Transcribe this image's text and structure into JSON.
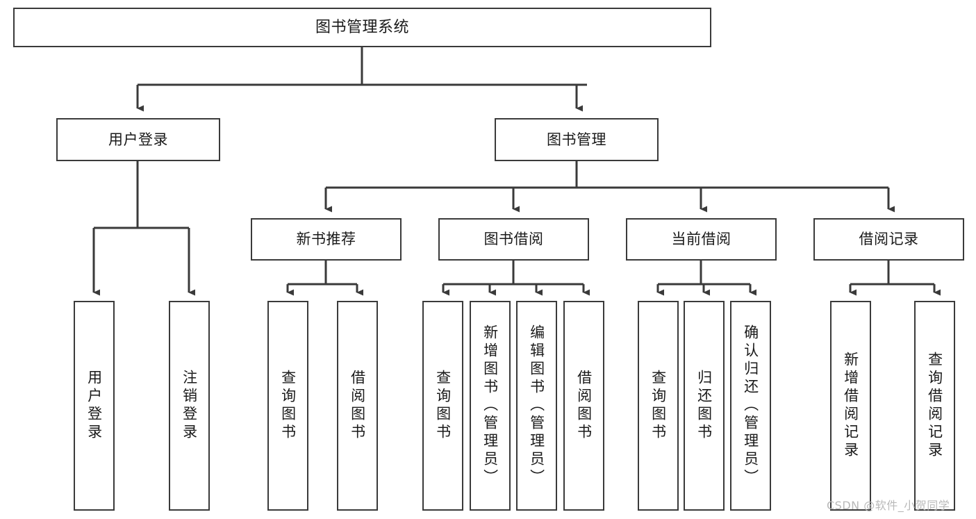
{
  "diagram": {
    "title": "图书管理系统",
    "type": "tree-hierarchy-diagram",
    "colors": {
      "box_border": "#3a3a3a",
      "box_fill": "#ffffff",
      "connector": "#3a3a3a",
      "text": "#1a1a1a",
      "watermark": "#b9b9b9",
      "background": "#ffffff"
    },
    "nodes": {
      "root": {
        "label": "图书管理系统"
      },
      "level2": [
        {
          "id": "user-login",
          "label": "用户登录"
        },
        {
          "id": "book-management",
          "label": "图书管理"
        }
      ],
      "level3": [
        {
          "id": "new-book-recommend",
          "label": "新书推荐"
        },
        {
          "id": "book-borrow",
          "label": "图书借阅"
        },
        {
          "id": "current-borrow",
          "label": "当前借阅"
        },
        {
          "id": "borrow-record",
          "label": "借阅记录"
        }
      ],
      "leaves": {
        "user-login": [
          {
            "id": "leaf-user-login",
            "label": "用户登录"
          },
          {
            "id": "leaf-user-logout",
            "label": "注销登录"
          }
        ],
        "new-book-recommend": [
          {
            "id": "leaf-query-book-1",
            "label": "查询图书"
          },
          {
            "id": "leaf-borrow-book-1",
            "label": "借阅图书"
          }
        ],
        "book-borrow": [
          {
            "id": "leaf-query-book-2",
            "label": "查询图书"
          },
          {
            "id": "leaf-add-book",
            "label": "新增图书（管理员）"
          },
          {
            "id": "leaf-edit-book",
            "label": "编辑图书（管理员）"
          },
          {
            "id": "leaf-borrow-book-2",
            "label": "借阅图书"
          }
        ],
        "current-borrow": [
          {
            "id": "leaf-query-book-3",
            "label": "查询图书"
          },
          {
            "id": "leaf-return-book",
            "label": "归还图书"
          },
          {
            "id": "leaf-confirm-return",
            "label": "确认归还（管理员）"
          }
        ],
        "borrow-record": [
          {
            "id": "leaf-add-record",
            "label": "新增借阅记录"
          },
          {
            "id": "leaf-query-record",
            "label": "查询借阅记录"
          }
        ]
      }
    },
    "watermark": "CSDN @软件_小贺同学"
  }
}
